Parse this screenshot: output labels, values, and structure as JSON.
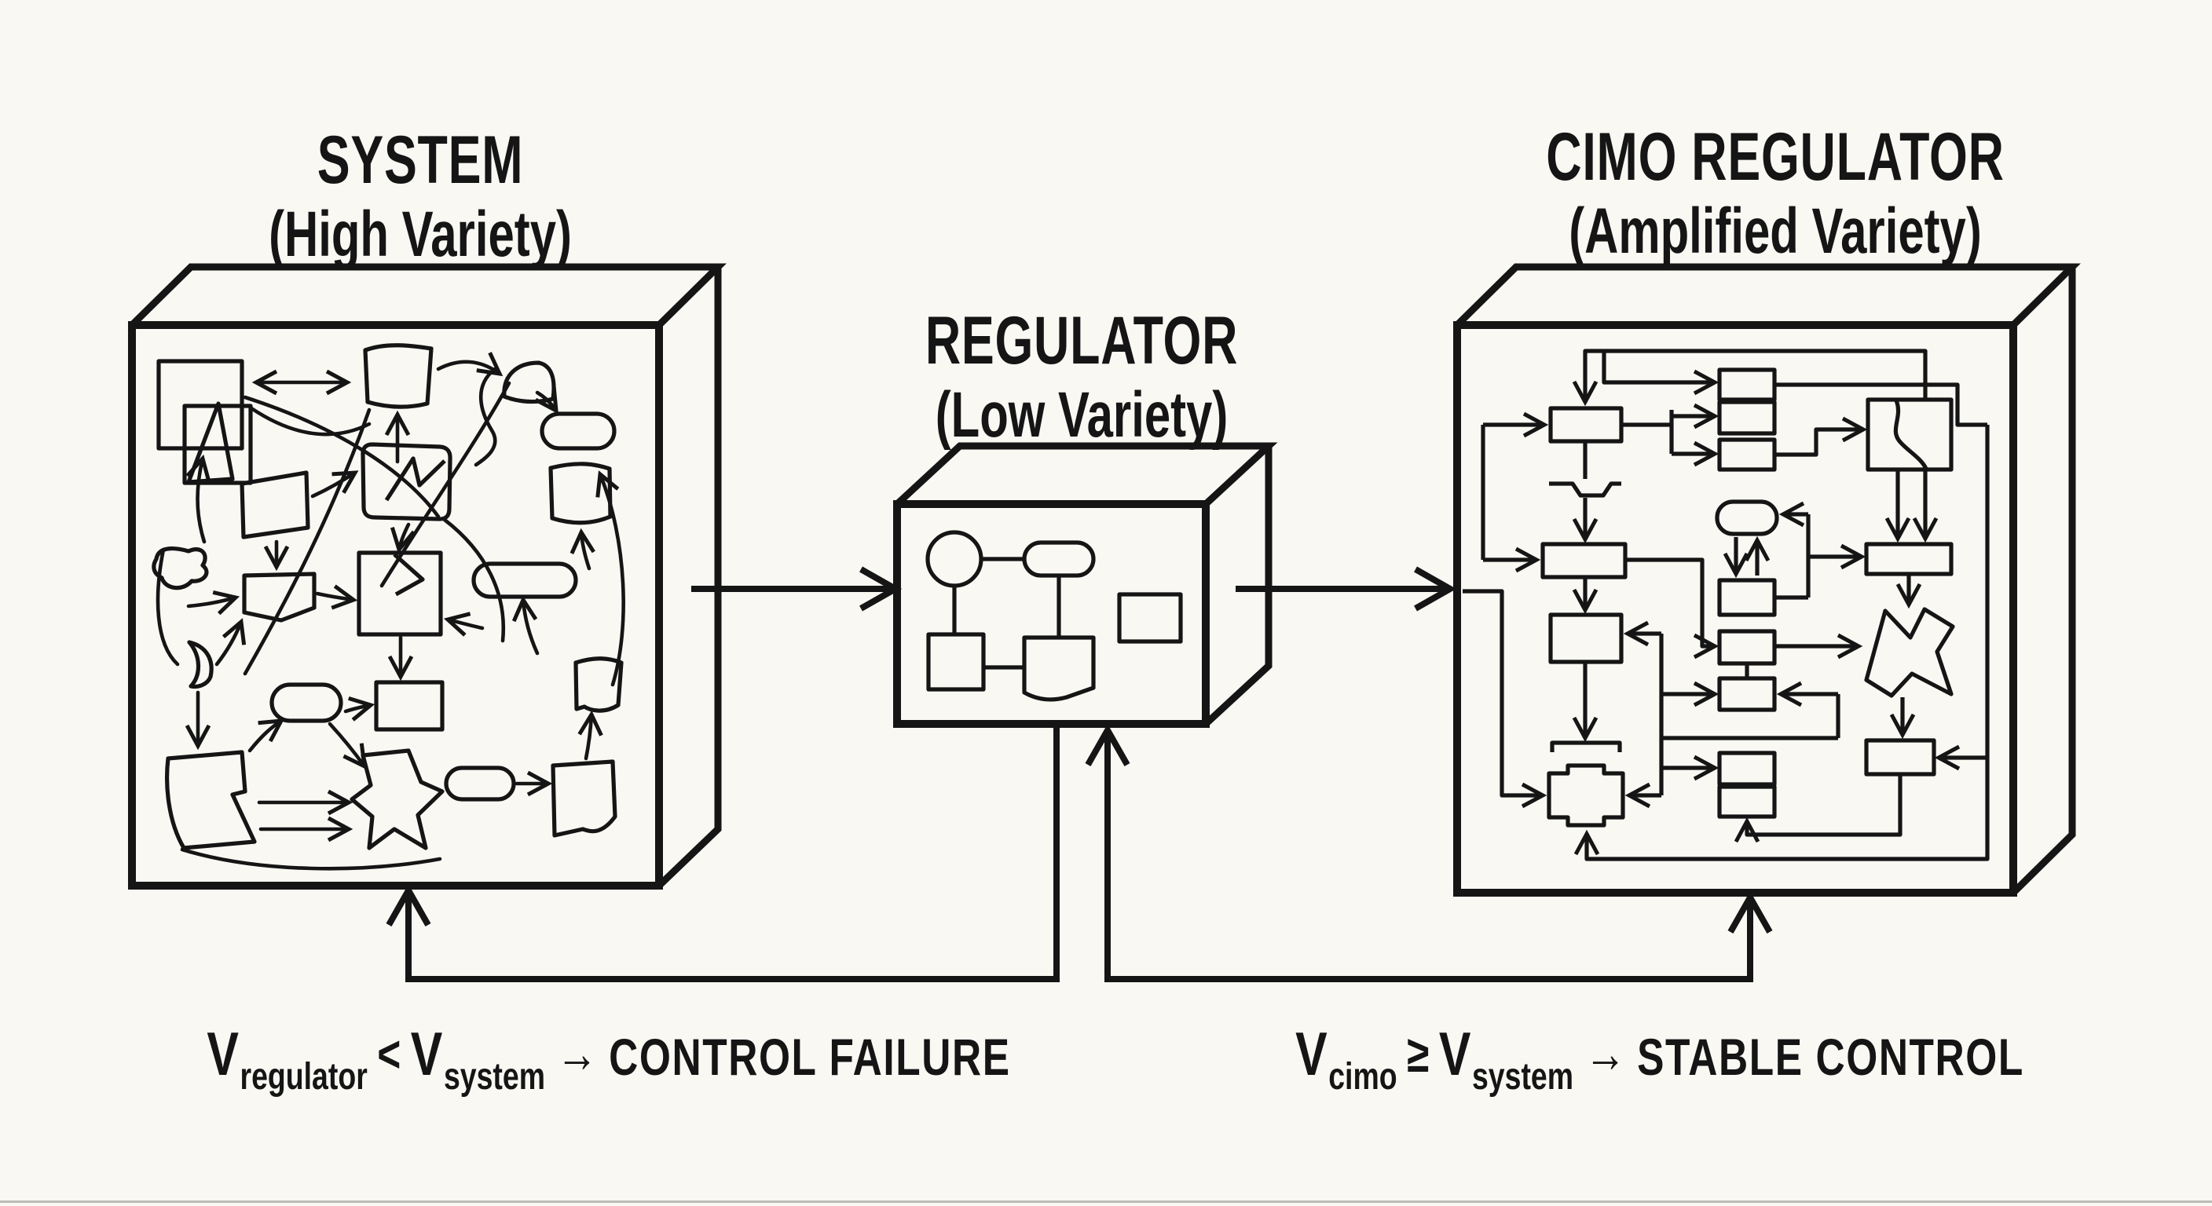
{
  "colors": {
    "ink": "#151515",
    "background": "#f9f8f3"
  },
  "titles": {
    "system": {
      "line1": "SYSTEM",
      "line2": "(High Variety)"
    },
    "regulator": {
      "line1": "REGULATOR",
      "line2": "(Low Variety)"
    },
    "cimo": {
      "line1": "CIMO REGULATOR",
      "line2": "(Amplified Variety)"
    }
  },
  "formulas": {
    "left": {
      "v1": "V",
      "sub1": "regulator",
      "op": "<",
      "v2": "V",
      "sub2": "system",
      "arrow": "→",
      "result": "CONTROL FAILURE"
    },
    "right": {
      "v1": "V",
      "sub1": "cimo",
      "op": "≥",
      "v2": "V",
      "sub2": "system",
      "arrow": "→",
      "result": "STABLE CONTROL"
    }
  },
  "graphics": {
    "system_box": "chaotic-network",
    "regulator_box": "simple-flowchart",
    "cimo_box": "structured-dense-network"
  }
}
